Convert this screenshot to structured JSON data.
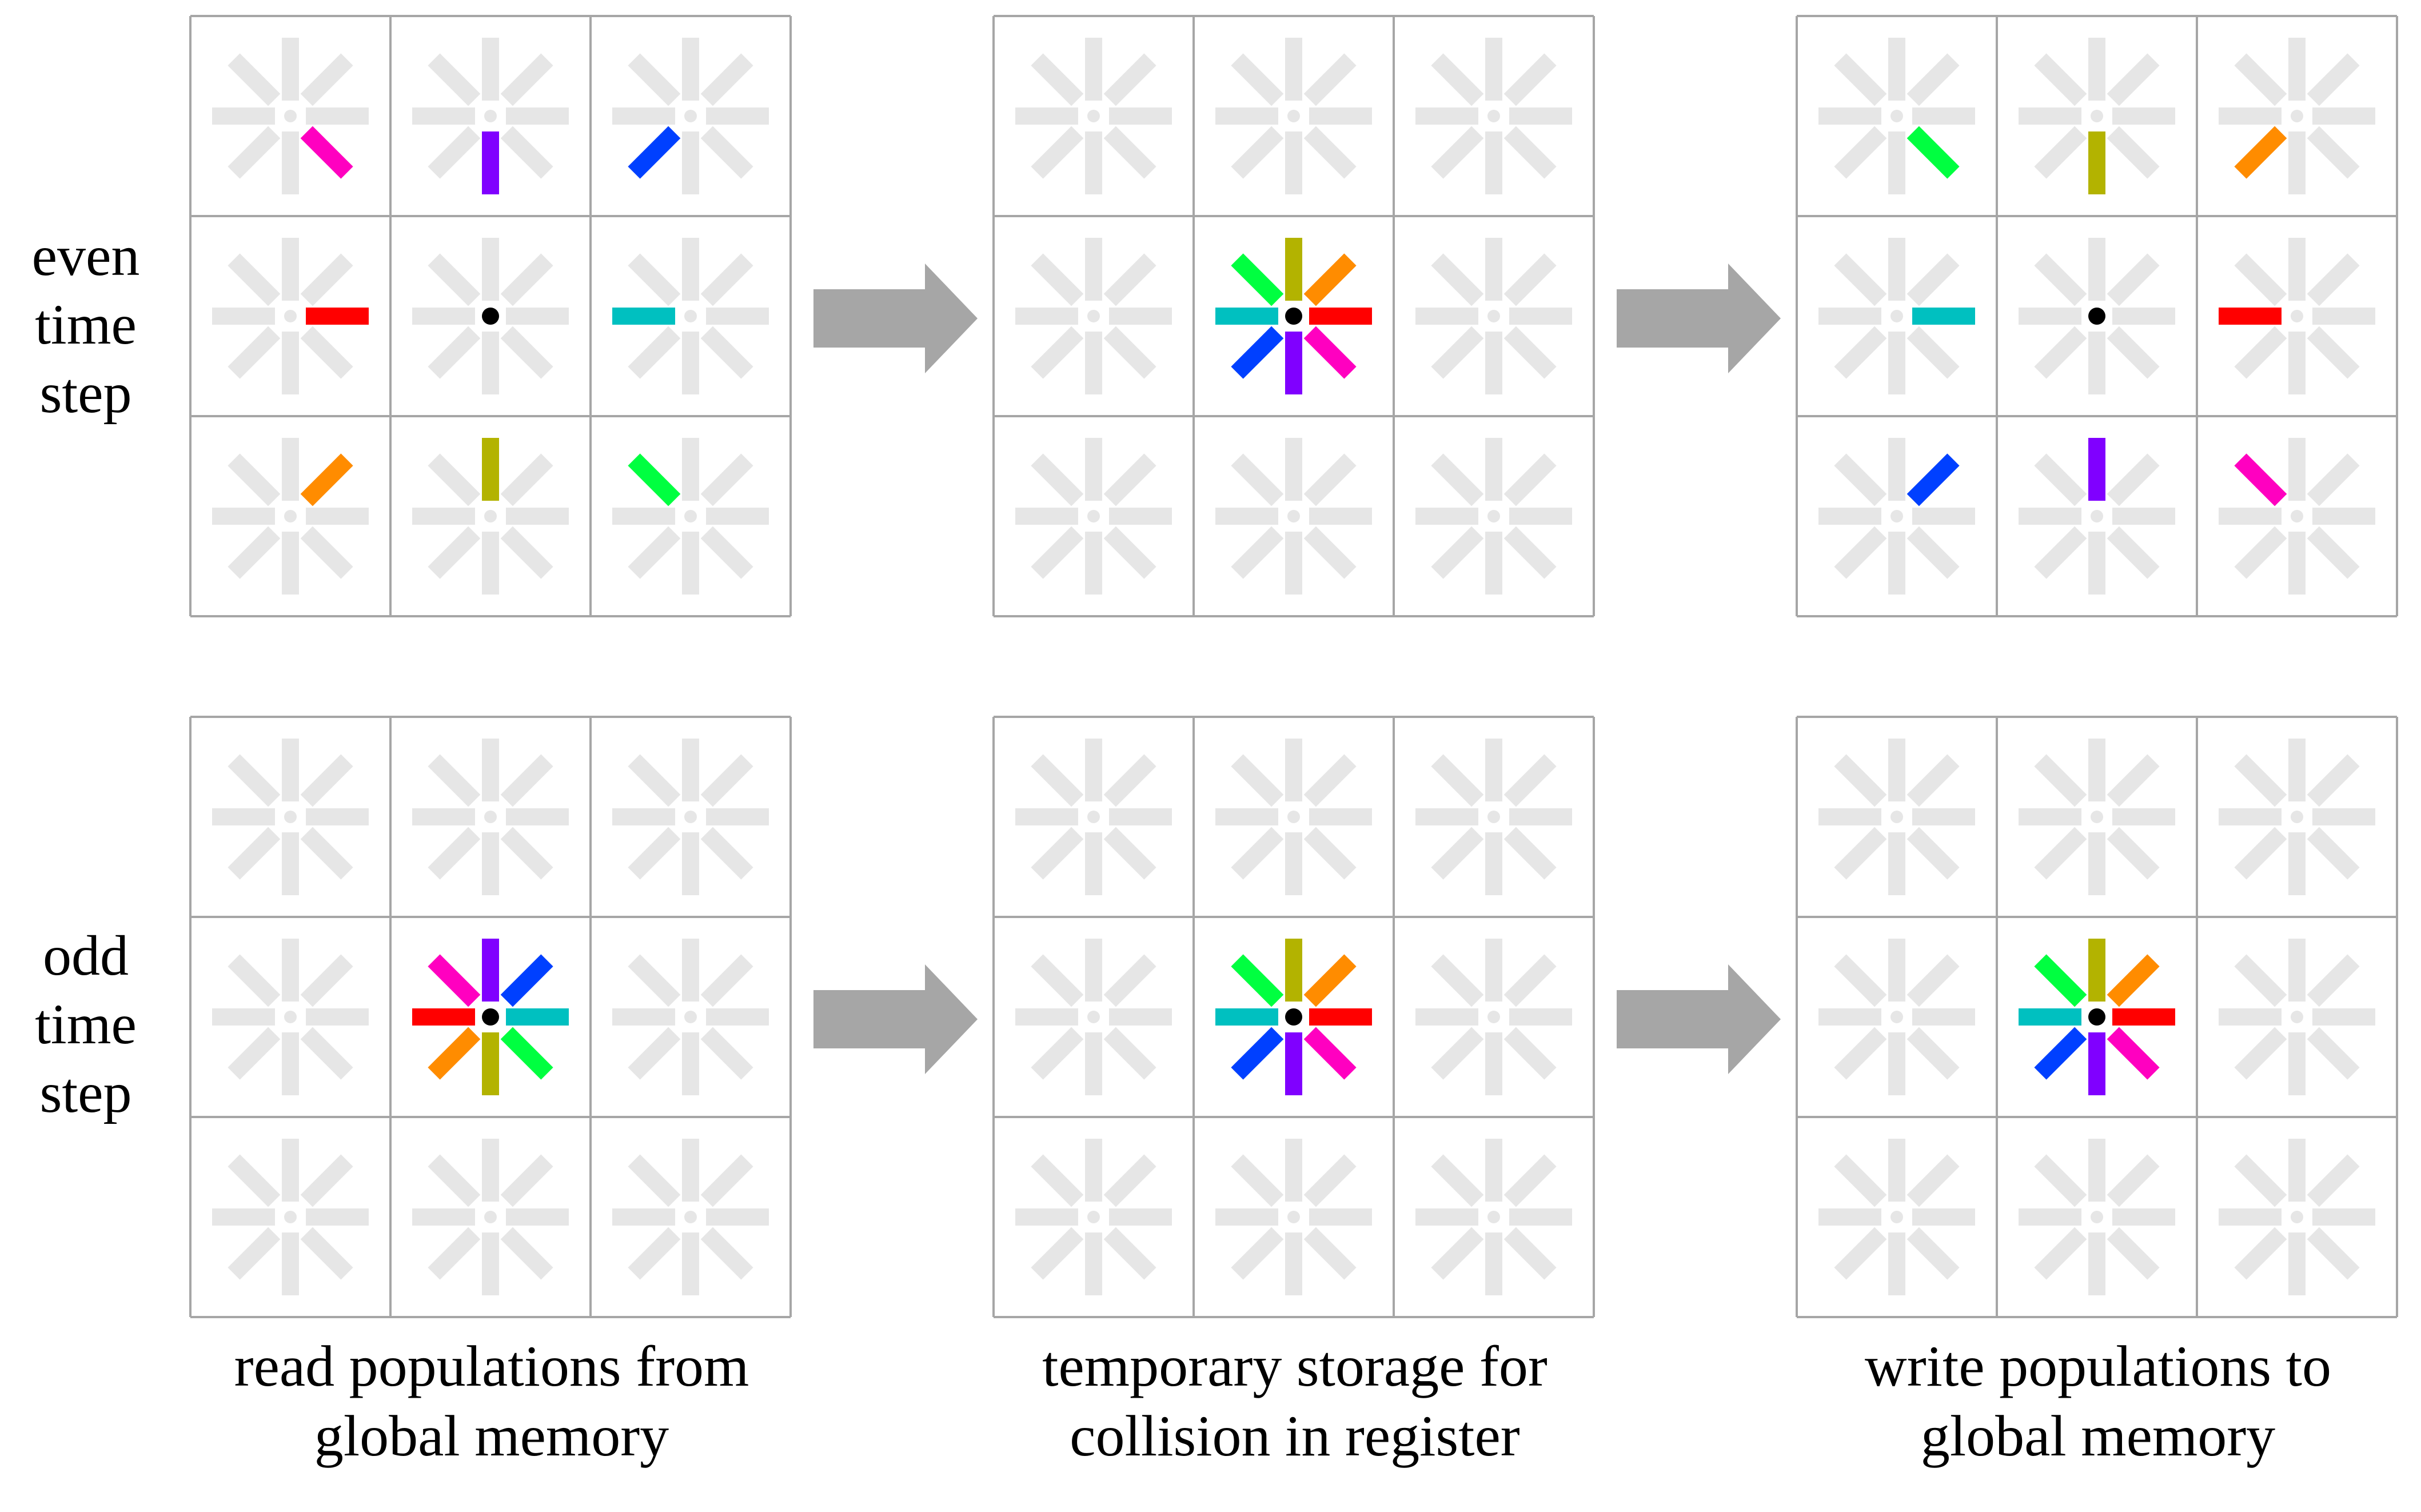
{
  "row_labels": {
    "even": [
      "even",
      "time",
      "step"
    ],
    "odd": [
      "odd",
      "time",
      "step"
    ]
  },
  "column_captions": {
    "read": [
      "read populations from",
      "global memory"
    ],
    "temp": [
      "temporary storage for",
      "collision in register"
    ],
    "write": [
      "write populations to",
      "global memory"
    ]
  },
  "colors": {
    "background_link": "#e6e6e6",
    "grid_line": "#a6a6a6",
    "arrow": "#a6a6a6",
    "center_dot": "#000000",
    "E": "#ff0000",
    "W": "#00c0c0",
    "N": "#b3b300",
    "S": "#8000ff",
    "NE": "#ff8c00",
    "NW": "#00ff40",
    "SE": "#ff00c0",
    "SW": "#0040ff"
  },
  "panels": [
    {
      "id": "even-read",
      "links": [
        {
          "cell": [
            0,
            0
          ],
          "dir": "SE",
          "color": "SE"
        },
        {
          "cell": [
            1,
            0
          ],
          "dir": "S",
          "color": "S"
        },
        {
          "cell": [
            2,
            0
          ],
          "dir": "SW",
          "color": "SW"
        },
        {
          "cell": [
            0,
            1
          ],
          "dir": "E",
          "color": "E"
        },
        {
          "cell": [
            2,
            1
          ],
          "dir": "W",
          "color": "W"
        },
        {
          "cell": [
            0,
            2
          ],
          "dir": "NE",
          "color": "NE"
        },
        {
          "cell": [
            1,
            2
          ],
          "dir": "N",
          "color": "N"
        },
        {
          "cell": [
            2,
            2
          ],
          "dir": "NW",
          "color": "NW"
        }
      ]
    },
    {
      "id": "even-temp",
      "links": [
        {
          "cell": [
            1,
            1
          ],
          "dir": "NW",
          "color": "NW"
        },
        {
          "cell": [
            1,
            1
          ],
          "dir": "N",
          "color": "N"
        },
        {
          "cell": [
            1,
            1
          ],
          "dir": "NE",
          "color": "NE"
        },
        {
          "cell": [
            1,
            1
          ],
          "dir": "W",
          "color": "W"
        },
        {
          "cell": [
            1,
            1
          ],
          "dir": "E",
          "color": "E"
        },
        {
          "cell": [
            1,
            1
          ],
          "dir": "SW",
          "color": "SW"
        },
        {
          "cell": [
            1,
            1
          ],
          "dir": "S",
          "color": "S"
        },
        {
          "cell": [
            1,
            1
          ],
          "dir": "SE",
          "color": "SE"
        }
      ]
    },
    {
      "id": "even-write",
      "links": [
        {
          "cell": [
            0,
            0
          ],
          "dir": "SE",
          "color": "NW"
        },
        {
          "cell": [
            1,
            0
          ],
          "dir": "S",
          "color": "N"
        },
        {
          "cell": [
            2,
            0
          ],
          "dir": "SW",
          "color": "NE"
        },
        {
          "cell": [
            0,
            1
          ],
          "dir": "E",
          "color": "W"
        },
        {
          "cell": [
            2,
            1
          ],
          "dir": "W",
          "color": "E"
        },
        {
          "cell": [
            0,
            2
          ],
          "dir": "NE",
          "color": "SW"
        },
        {
          "cell": [
            1,
            2
          ],
          "dir": "N",
          "color": "S"
        },
        {
          "cell": [
            2,
            2
          ],
          "dir": "NW",
          "color": "SE"
        }
      ]
    },
    {
      "id": "odd-read",
      "links": [
        {
          "cell": [
            1,
            1
          ],
          "dir": "NW",
          "color": "SE"
        },
        {
          "cell": [
            1,
            1
          ],
          "dir": "N",
          "color": "S"
        },
        {
          "cell": [
            1,
            1
          ],
          "dir": "NE",
          "color": "SW"
        },
        {
          "cell": [
            1,
            1
          ],
          "dir": "W",
          "color": "E"
        },
        {
          "cell": [
            1,
            1
          ],
          "dir": "E",
          "color": "W"
        },
        {
          "cell": [
            1,
            1
          ],
          "dir": "SW",
          "color": "NE"
        },
        {
          "cell": [
            1,
            1
          ],
          "dir": "S",
          "color": "N"
        },
        {
          "cell": [
            1,
            1
          ],
          "dir": "SE",
          "color": "NW"
        }
      ]
    },
    {
      "id": "odd-temp",
      "links": [
        {
          "cell": [
            1,
            1
          ],
          "dir": "NW",
          "color": "NW"
        },
        {
          "cell": [
            1,
            1
          ],
          "dir": "N",
          "color": "N"
        },
        {
          "cell": [
            1,
            1
          ],
          "dir": "NE",
          "color": "NE"
        },
        {
          "cell": [
            1,
            1
          ],
          "dir": "W",
          "color": "W"
        },
        {
          "cell": [
            1,
            1
          ],
          "dir": "E",
          "color": "E"
        },
        {
          "cell": [
            1,
            1
          ],
          "dir": "SW",
          "color": "SW"
        },
        {
          "cell": [
            1,
            1
          ],
          "dir": "S",
          "color": "S"
        },
        {
          "cell": [
            1,
            1
          ],
          "dir": "SE",
          "color": "SE"
        }
      ]
    },
    {
      "id": "odd-write",
      "links": [
        {
          "cell": [
            1,
            1
          ],
          "dir": "NW",
          "color": "NW"
        },
        {
          "cell": [
            1,
            1
          ],
          "dir": "N",
          "color": "N"
        },
        {
          "cell": [
            1,
            1
          ],
          "dir": "NE",
          "color": "NE"
        },
        {
          "cell": [
            1,
            1
          ],
          "dir": "W",
          "color": "W"
        },
        {
          "cell": [
            1,
            1
          ],
          "dir": "E",
          "color": "E"
        },
        {
          "cell": [
            1,
            1
          ],
          "dir": "SW",
          "color": "SW"
        },
        {
          "cell": [
            1,
            1
          ],
          "dir": "S",
          "color": "S"
        },
        {
          "cell": [
            1,
            1
          ],
          "dir": "SE",
          "color": "SE"
        }
      ]
    }
  ]
}
